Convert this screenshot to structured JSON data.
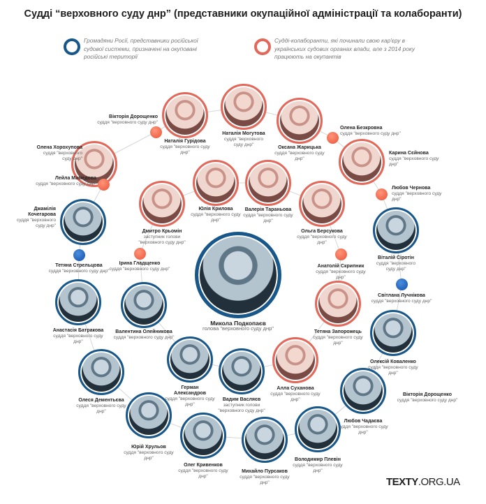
{
  "title": "Судді “верховного суду днр” (представники окупаційної адміністрації та колаборанти)",
  "legend": {
    "blue_text": "Громадяни Росії, представники російської судової системи, призначені на окуповані російські території",
    "red_text": "Судді-колаборанти, які починали свою кар'єру в українських судових органах влади, але з 2014 року працюють на окупантів",
    "blue_color": "#17578a",
    "red_color": "#e3685a"
  },
  "people": [
    {
      "name": "Наталія Гурідова",
      "role": "суддя \"верховного суду днр\"",
      "group": "red"
    },
    {
      "name": "Наталія Могутова",
      "role": "суддя \"верховного суду днр\"",
      "group": "red"
    },
    {
      "name": "Оксана Жарицька",
      "role": "суддя \"верховного суду днр\"",
      "group": "red"
    },
    {
      "name": "Карина Сєйнова",
      "role": "суддя \"верховного суду днр\"",
      "group": "red"
    },
    {
      "name": "Олена Хорохупова",
      "role": "суддя \"верховного суду днр\"",
      "group": "red"
    },
    {
      "name": "Юлія Крилова",
      "role": "суддя \"верховного суду днр\"",
      "group": "red"
    },
    {
      "name": "Валерія Тараньова",
      "role": "суддя \"верховного суду днр\"",
      "group": "red"
    },
    {
      "name": "Ольга Берсукова",
      "role": "суддя \"верховного суду днр\"",
      "group": "red"
    },
    {
      "name": "Дмитро Крьомін",
      "role": "заступник голови \"верховного суду днр\"",
      "group": "red"
    },
    {
      "name": "Джамілія Кочегарова",
      "role": "суддя \"верховного суду днр\"",
      "group": "blue"
    },
    {
      "name": "Віталій Сіротін",
      "role": "суддя \"верховного суду днр\"",
      "group": "blue"
    },
    {
      "name": "Микола Подкопаєв",
      "role": "голова \"верховного суду днр\"",
      "group": "blue"
    },
    {
      "name": "Валентина Олейникова",
      "role": "суддя \"верховного суду днр\"",
      "group": "blue"
    },
    {
      "name": "Анастасія Батракова",
      "role": "суддя \"верховного суду днр\"",
      "group": "blue"
    },
    {
      "name": "Тетяна Запорожець",
      "role": "суддя \"верховного суду днр\"",
      "group": "red"
    },
    {
      "name": "Олексій Коваленко",
      "role": "суддя \"верховного суду днр\"",
      "group": "blue"
    },
    {
      "name": "Герман Александров",
      "role": "суддя \"верховного суду днр\"",
      "group": "blue"
    },
    {
      "name": "Вадим Васляєв",
      "role": "заступник голови \"верховного суду днр\"",
      "group": "blue"
    },
    {
      "name": "Алла Суханова",
      "role": "суддя \"верховного суду днр\"",
      "group": "red"
    },
    {
      "name": "Олеся Дементьєва",
      "role": "суддя \"верховного суду днр\"",
      "group": "blue"
    },
    {
      "name": "Любов Чадаєва",
      "role": "суддя \"верховного суду днр\"",
      "group": "blue"
    },
    {
      "name": "Юрій Хрульов",
      "role": "суддя \"верховного суду днр\"",
      "group": "blue"
    },
    {
      "name": "Олег Кривенков",
      "role": "суддя \"верховного суду днр\"",
      "group": "blue"
    },
    {
      "name": "Володимир Плевін",
      "role": "суддя \"верховного суду днр\"",
      "group": "blue"
    },
    {
      "name": "Михайло Пурсаков",
      "role": "суддя \"верховного суду днр\"",
      "group": "blue"
    }
  ],
  "dots": [
    {
      "name": "Вікторія Дорощенко",
      "role": "суддя \"верховного суду днр\"",
      "group": "red"
    },
    {
      "name": "Лейла Мамедова",
      "role": "суддя \"верховного суду днр\"",
      "group": "red"
    },
    {
      "name": "Олена Безкровна",
      "role": "суддя \"верховного суду днр\"",
      "group": "red"
    },
    {
      "name": "Любов Чернова",
      "role": "суддя \"верховного суду днр\"",
      "group": "red"
    },
    {
      "name": "Тетяна Стрельцова",
      "role": "суддя \"верховного суду днр\"",
      "group": "blue"
    },
    {
      "name": "Ірина Гладщенко",
      "role": "суддя \"верховного суду днр\"",
      "group": "red"
    },
    {
      "name": "Анатолій Скрипник",
      "role": "суддя \"верховного суду днр\"",
      "group": "red"
    },
    {
      "name": "Світлана Лучнікова",
      "role": "суддя \"верховного суду днр\"",
      "group": "blue"
    },
    {
      "name": "Вікторія Дорощенко",
      "role": "суддя \"верховного суду днр\"",
      "group": "blue-text"
    }
  ],
  "brand": {
    "bold": "TEXTY",
    "rest": ".ORG.UA"
  }
}
